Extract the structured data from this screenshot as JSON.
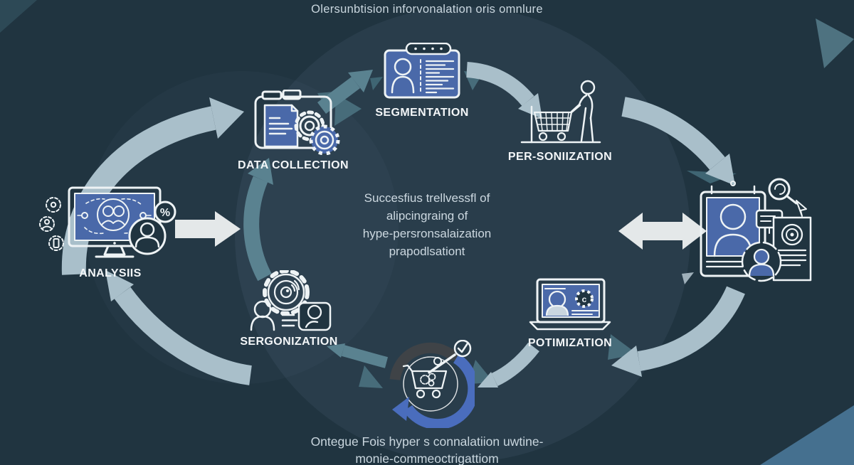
{
  "title": "Olersunbtision inforvonalation oris omnlure",
  "center_text": {
    "lines": [
      "Succesfius trellvessfl of",
      "alipcingraing of",
      "hype-persronsalaization",
      "prapodlsationt"
    ]
  },
  "footer": {
    "lines": [
      "Ontegue Fois hyper s connalatiion uwtine-",
      "monie-commeoctrigattiom"
    ]
  },
  "nodes": {
    "analysis": {
      "label": "ANALYSIIS",
      "icon": "monitor-audience-analytics-icon"
    },
    "data_collection": {
      "label": "DATA COLLECTION",
      "icon": "folder-documents-gears-icon"
    },
    "segmentation": {
      "label": "SEGMENTATION",
      "icon": "browser-user-list-icon"
    },
    "personalization": {
      "label": "PER-SONIIZATION",
      "icon": "shopper-with-cart-icon"
    },
    "profile_card": {
      "label": "",
      "icon": "id-card-profile-search-icon"
    },
    "optimization": {
      "label": "POTIMIZATION",
      "icon": "laptop-user-gear-icon"
    },
    "sergonization": {
      "label": "SERGONIZATION",
      "icon": "gear-people-card-icon"
    },
    "commerce_cycle": {
      "label": "",
      "icon": "cart-refresh-check-icon"
    }
  },
  "badges": {
    "percent": "%",
    "gear_letter": "c"
  },
  "colors": {
    "background": "#203440",
    "icon_fill": "#4a69a9",
    "icon_stroke": "#eef3f5",
    "arrow_light": "#a9bfca",
    "arrow_teal": "#5a8290",
    "arrow_white": "#e4e8e9",
    "cycle_dark_arc": "#3f4347",
    "cycle_blue_arc": "#4a6dbd",
    "label_text": "#f3f6f8",
    "body_text": "#c9d6de"
  }
}
